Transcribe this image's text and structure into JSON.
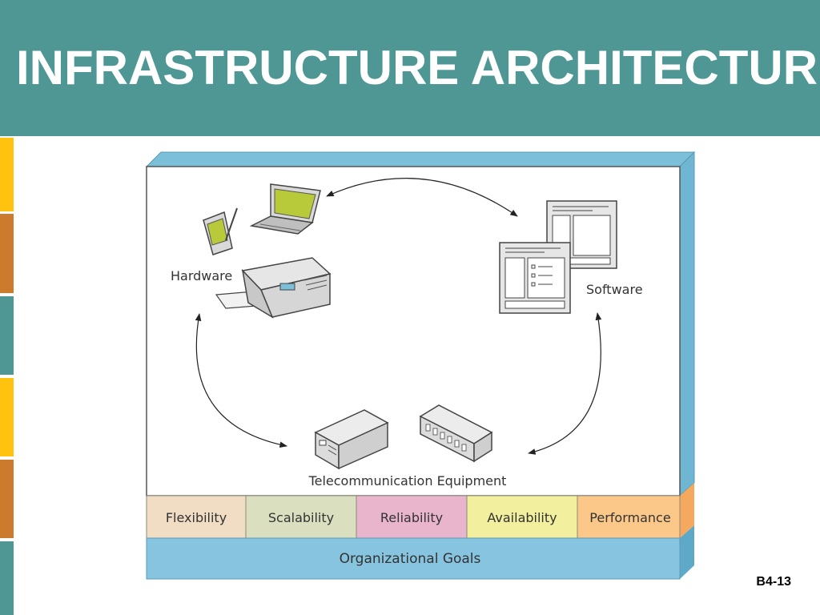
{
  "slide": {
    "title": "INFRASTRUCTURE ARCHITECTURE",
    "slide_number": "B4-13"
  },
  "diagram": {
    "nodes": {
      "hardware": "Hardware",
      "software": "Software",
      "telecom": "Telecommunication Equipment"
    },
    "qualities": [
      "Flexibility",
      "Scalability",
      "Reliability",
      "Availability",
      "Performance"
    ],
    "foundation": "Organizational Goals"
  },
  "colors": {
    "header": "#4e9794",
    "box_top": "#7bbfd9",
    "flexibility": "#f1dcc4",
    "scalability": "#dadfc0",
    "reliability": "#e9b5cc",
    "availability": "#f2ef9e",
    "performance": "#fbc889",
    "foundation": "#86c4df"
  },
  "side_strips": [
    "#ffc20e",
    "#cc7a2e",
    "#4e9794",
    "#ffc20e",
    "#cc7a2e",
    "#4e9794"
  ]
}
